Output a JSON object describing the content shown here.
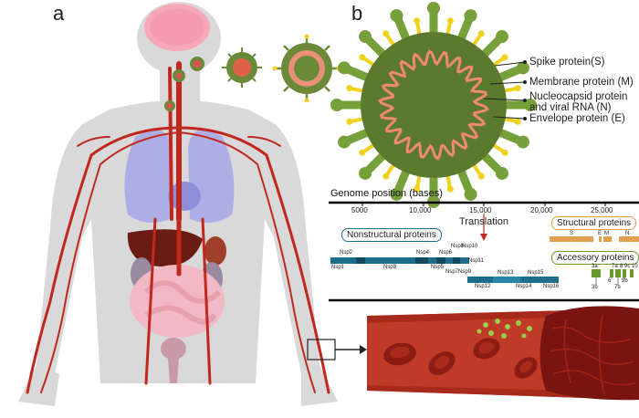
{
  "panels": {
    "a": "a",
    "b": "b"
  },
  "virus_labels": [
    {
      "line1": "Spike protein(S)",
      "line2": ""
    },
    {
      "line1": "Membrane protein (M)",
      "line2": ""
    },
    {
      "line1": "Nucleocapsid protein",
      "line2": "and viral RNA (N)"
    },
    {
      "line1": "Envelope protein (E)",
      "line2": ""
    }
  ],
  "genome": {
    "title": "Genome position (bases)",
    "ticks": [
      "5000",
      "10,000",
      "15,000",
      "20,000",
      "25,000"
    ],
    "translation": "Translation",
    "nonstructural": "Nonstructural proteins",
    "structural": "Structural proteins",
    "accessory": "Accessory proteins",
    "nsp_top": [
      "Nsp2",
      "Nsp4",
      "Nsp6",
      "Nsp8",
      "Nsp10"
    ],
    "nsp_bottom": [
      "Nsp1",
      "Nsp3",
      "Nsp5",
      "Nsp7",
      "Nsp9",
      "Nsp11"
    ],
    "nsp_row2_top": [
      "Nsp13",
      "Nsp15"
    ],
    "nsp_row2_bottom": [
      "Nsp12",
      "Nsp14",
      "Nsp16"
    ],
    "structural_genes": [
      "S",
      "E",
      "M",
      "N"
    ],
    "accessory_genes_top": [
      "3a",
      "7a",
      "8",
      "9c",
      "10"
    ],
    "accessory_genes_bottom": [
      "3b",
      "6",
      "7b",
      "9b"
    ]
  },
  "colors": {
    "vessel": "#c0281e",
    "virus_body": "#5b7a2e",
    "virus_spike": "#76a03a",
    "virus_tip": "#f0d21e",
    "rna": "#f08a6e",
    "nsp_bar": "#1c6e8c",
    "structural_bar": "#e0a050",
    "accessory_bar": "#6a9a2a"
  }
}
